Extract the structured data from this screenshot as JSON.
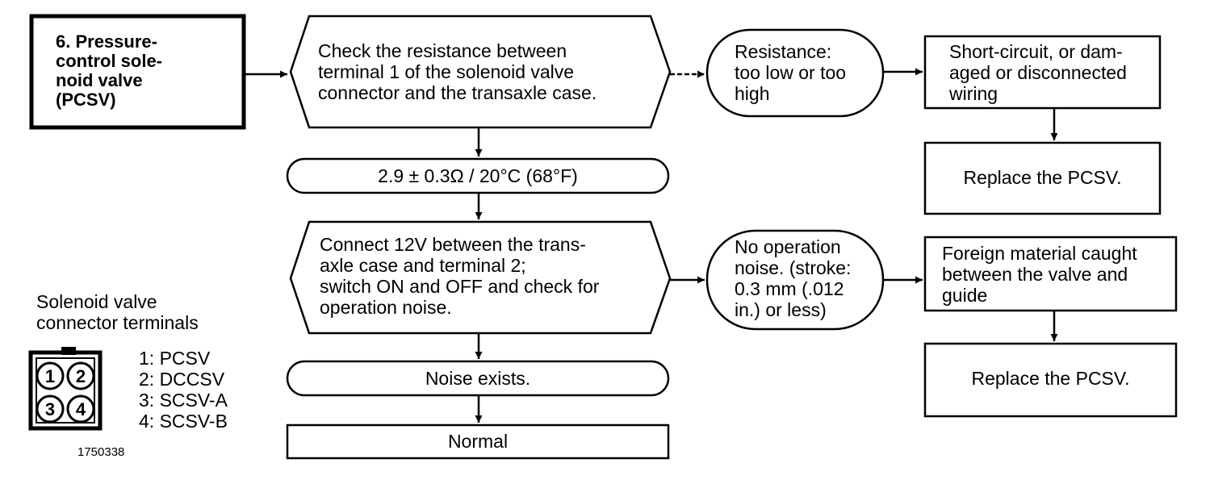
{
  "step": {
    "label": "6. Pressure-\ncontrol sole-\nnoid valve\n(PCSV)"
  },
  "check1": {
    "text": "Check the resistance between\nterminal 1 of the solenoid valve\nconnector and the transaxle case."
  },
  "spec": {
    "text": "2.9 ± 0.3Ω / 20°C (68°F)"
  },
  "check2": {
    "text": "Connect 12V between the trans-\naxle case and terminal 2;\nswitch ON and OFF and check for\noperation noise."
  },
  "noise_ok": {
    "text": "Noise exists."
  },
  "result_normal": {
    "text": "Normal"
  },
  "fault1": {
    "condition": "Resistance:\ntoo low or too\nhigh",
    "cause": "Short-circuit, or dam-\naged or disconnected\nwiring",
    "action": "Replace the PCSV."
  },
  "fault2": {
    "condition": "No operation\nnoise. (stroke:\n0.3 mm (.012\nin.) or less)",
    "cause": "Foreign material caught\nbetween the valve and\nguide",
    "action": "Replace the PCSV."
  },
  "connector": {
    "title": "Solenoid valve\nconnector terminals",
    "pins": [
      "1",
      "2",
      "3",
      "4"
    ],
    "legend": "1: PCSV\n2: DCCSV\n3: SCSV-A\n4: SCSV-B",
    "figure_number": "1750338"
  }
}
